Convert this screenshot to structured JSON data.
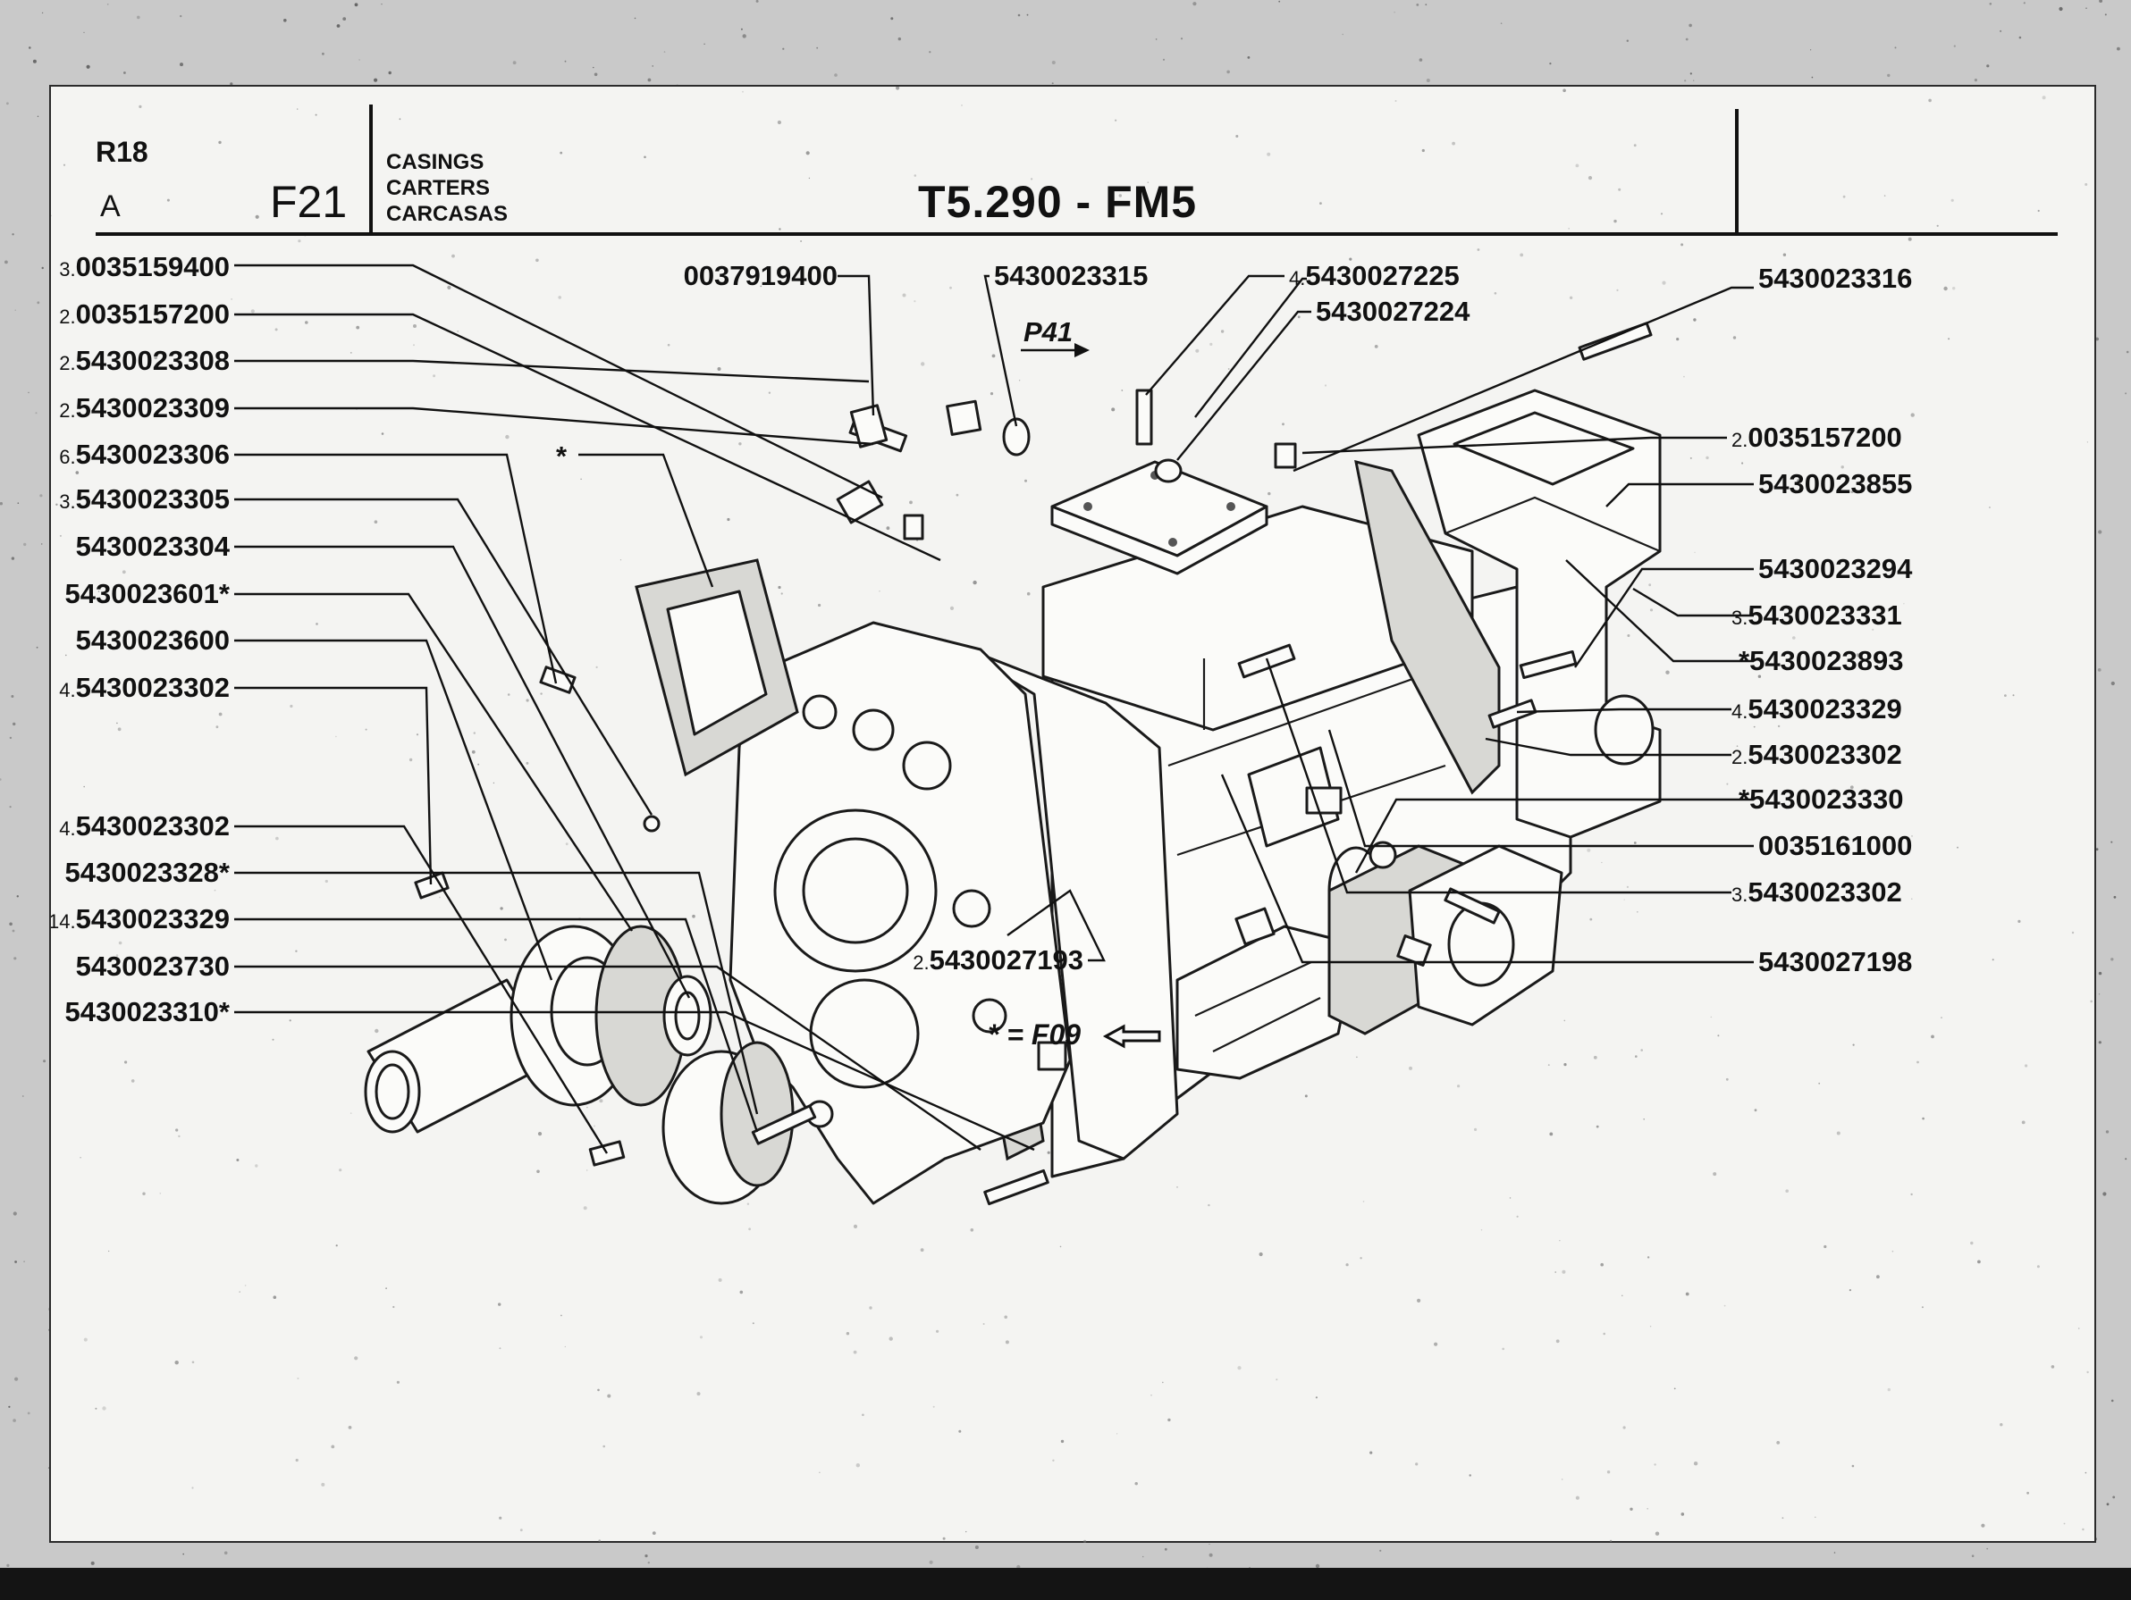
{
  "sheet": {
    "id": "R18",
    "sub_id": "A",
    "group_code": "F21",
    "sections": [
      "CASINGS",
      "CARTERS",
      "CARCASAS"
    ],
    "model_title": "T5.290 - FM5"
  },
  "callouts": {
    "left": [
      {
        "qty": "3.",
        "part": "0035159400",
        "mark": ""
      },
      {
        "qty": "2.",
        "part": "0035157200",
        "mark": ""
      },
      {
        "qty": "2.",
        "part": "5430023308",
        "mark": ""
      },
      {
        "qty": "2.",
        "part": "5430023309",
        "mark": ""
      },
      {
        "qty": "6.",
        "part": "5430023306",
        "mark": ""
      },
      {
        "qty": "3.",
        "part": "5430023305",
        "mark": ""
      },
      {
        "qty": "",
        "part": "5430023304",
        "mark": ""
      },
      {
        "qty": "",
        "part": "5430023601",
        "mark": "*"
      },
      {
        "qty": "",
        "part": "5430023600",
        "mark": ""
      },
      {
        "qty": "4.",
        "part": "5430023302",
        "mark": ""
      },
      {
        "qty": "4.",
        "part": "5430023302",
        "mark": ""
      },
      {
        "qty": "",
        "part": "5430023328",
        "mark": "*"
      },
      {
        "qty": "14.",
        "part": "5430023329",
        "mark": ""
      },
      {
        "qty": "",
        "part": "5430023730",
        "mark": ""
      },
      {
        "qty": "",
        "part": "5430023310",
        "mark": "*"
      }
    ],
    "top": [
      {
        "qty": "",
        "part": "0037919400",
        "mark": ""
      },
      {
        "qty": "",
        "part": "5430023315",
        "mark": ""
      },
      {
        "qty": "4.",
        "part": "5430027225",
        "mark": ""
      },
      {
        "qty": "",
        "part": "5430027224",
        "mark": ""
      },
      {
        "qty": "",
        "part": "5430023316",
        "mark": ""
      }
    ],
    "right": [
      {
        "qty": "2.",
        "part": "0035157200",
        "mark": ""
      },
      {
        "qty": "",
        "part": "5430023855",
        "mark": ""
      },
      {
        "qty": "",
        "part": "5430023294",
        "mark": ""
      },
      {
        "qty": "3.",
        "part": "5430023331",
        "mark": ""
      },
      {
        "qty": "",
        "part": "5430023893",
        "mark": "*"
      },
      {
        "qty": "4.",
        "part": "5430023329",
        "mark": ""
      },
      {
        "qty": "2.",
        "part": "5430023302",
        "mark": ""
      },
      {
        "qty": "",
        "part": "5430023330",
        "mark": "*"
      },
      {
        "qty": "",
        "part": "0035161000",
        "mark": ""
      },
      {
        "qty": "3.",
        "part": "5430023302",
        "mark": ""
      },
      {
        "qty": "",
        "part": "5430027198",
        "mark": ""
      }
    ],
    "bottom": [
      {
        "qty": "2.",
        "part": "5430027193",
        "mark": ""
      }
    ]
  },
  "reference_tag": "P41",
  "gasket_mark": "*",
  "legend": "* = F09"
}
